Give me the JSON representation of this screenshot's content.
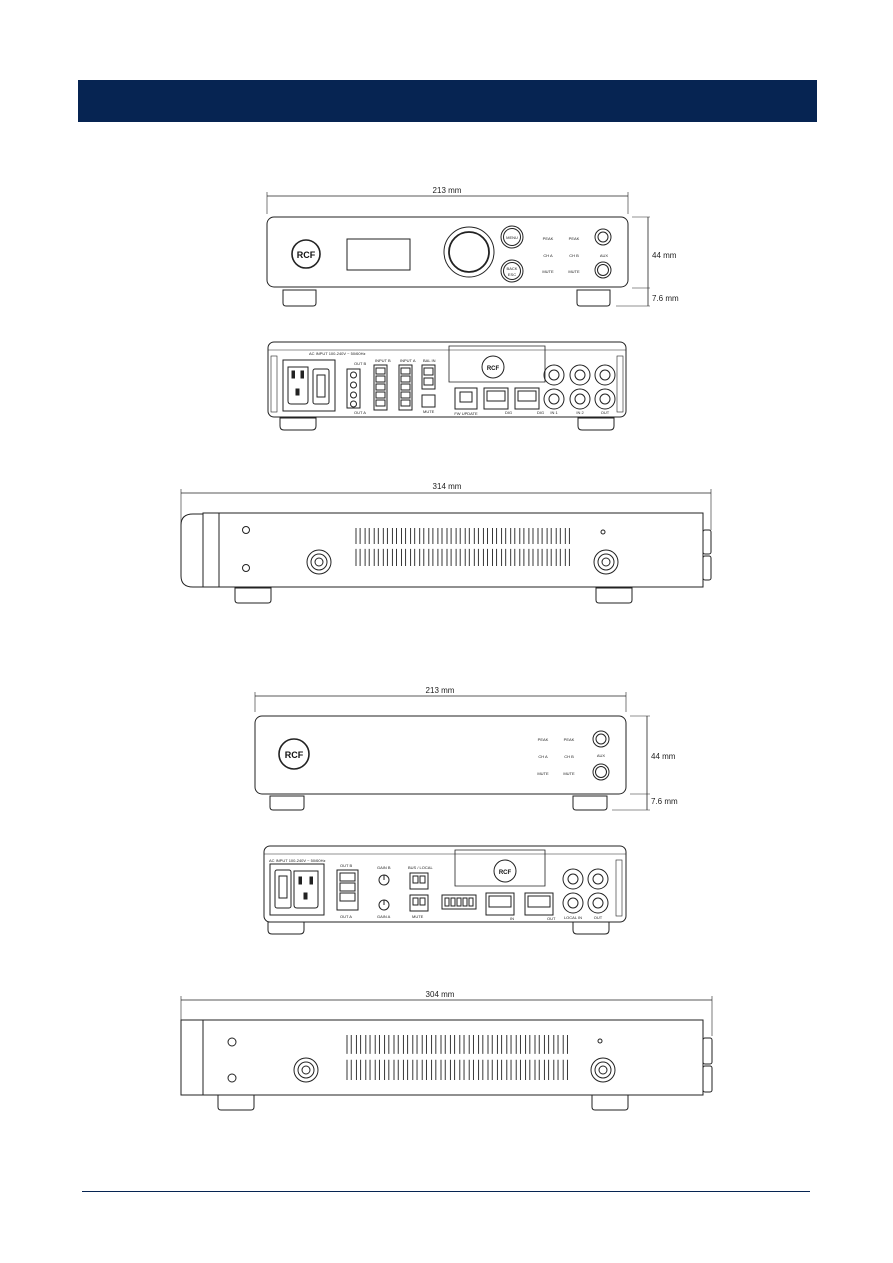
{
  "dimensions": {
    "w213a": "213 mm",
    "h44a": "44 mm",
    "f76a": "7.6 mm",
    "w314": "314 mm",
    "w213b": "213 mm",
    "h44b": "44 mm",
    "f76b": "7.6 mm",
    "w304": "304 mm"
  },
  "logo": "RCF",
  "front1": {
    "menu": "MENU",
    "back": "BACK",
    "esc": "ESC",
    "peak_a": "PEAK",
    "peak_b": "PEAK",
    "ch_a": "CH A",
    "ch_b": "CH B",
    "mute_a": "MUTE",
    "mute_b": "MUTE",
    "aux": "AUX"
  },
  "front2": {
    "peak_a": "PEAK",
    "peak_b": "PEAK",
    "ch_a": "CH A",
    "ch_b": "CH B",
    "mute_a": "MUTE",
    "mute_b": "MUTE",
    "aux": "AUX"
  },
  "rear1": {
    "ac": "AC INPUT 100-240V ~ 50/60Hz",
    "out_b": "OUT B",
    "out_a": "OUT A",
    "input_b": "INPUT B",
    "input_a": "INPUT A",
    "bal": "BAL IN",
    "mute": "MUTE",
    "fw": "FW UPDATE",
    "net1": "DIG",
    "net2": "DIG",
    "in1": "IN 1",
    "in2": "IN 2",
    "out": "OUT"
  },
  "rear2": {
    "ac": "AC INPUT 100-240V ~ 50/60Hz",
    "out_b": "OUT B",
    "out_a": "OUT A",
    "gain_b": "GAIN B",
    "gain_a": "GAIN A",
    "bus": "BUS / LOCAL",
    "mute": "MUTE",
    "bus_in": "IN",
    "bus_out": "OUT",
    "local_in": "LOCAL IN",
    "out": "OUT"
  },
  "colors": {
    "header": "#062452",
    "line": "#222222"
  }
}
